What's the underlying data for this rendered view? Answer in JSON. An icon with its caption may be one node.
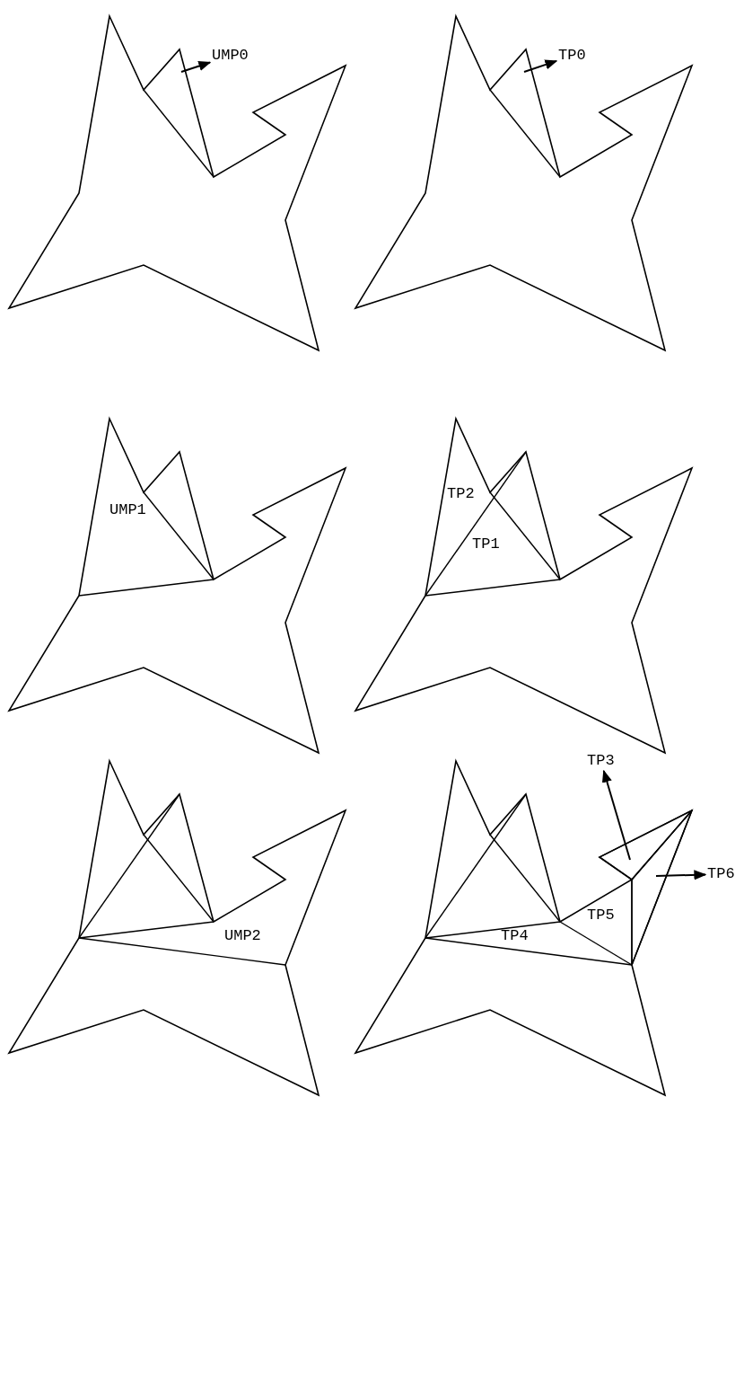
{
  "diagram": {
    "nodes": [
      {
        "text": [
          "UMP0"
        ]
      },
      {
        "text": [
          "TP0"
        ]
      },
      {
        "text": [
          "TP3"
        ]
      },
      {
        "text": [
          "TP6"
        ]
      },
      {
        "text": [],
        "shape": "triangle"
      },
      {
        "text": [],
        "shape": "triangle"
      }
    ],
    "edges": [
      {
        "from": null,
        "to": 0,
        "arrow": "to"
      },
      {
        "from": null,
        "to": 1,
        "arrow": "to"
      },
      {
        "from": 4,
        "to": 2,
        "arrow": "to"
      },
      {
        "from": 5,
        "to": 3,
        "arrow": "to"
      }
    ],
    "labels": [
      "UMP1",
      "TP2",
      "TP1",
      "UMP2",
      "TP5",
      "TP4"
    ]
  }
}
